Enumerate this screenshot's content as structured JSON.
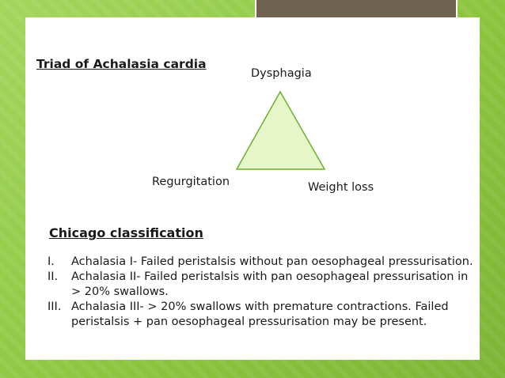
{
  "slide": {
    "triad_heading": "Triad of Achalasia cardia",
    "diagram": {
      "top": "Dysphagia",
      "left": "Regurgitation",
      "right": "Weight loss",
      "fill_color": "#e6f6c8",
      "stroke_color": "#6bb02e"
    },
    "chicago_heading": "Chicago classification",
    "classifications": [
      {
        "num": "I.",
        "text": "Achalasia I- Failed peristalsis without pan oesophageal pressurisation."
      },
      {
        "num": "II.",
        "text": "Achalasia II- Failed peristalsis with  pan oesophageal pressurisation in > 20% swallows."
      },
      {
        "num": "III.",
        "text": "Achalasia III- > 20% swallows with premature contractions. Failed peristalsis +  pan oesophageal pressurisation may be present."
      }
    ]
  },
  "theme": {
    "background": "#8cc63f",
    "title_bar": "#6f6350"
  }
}
